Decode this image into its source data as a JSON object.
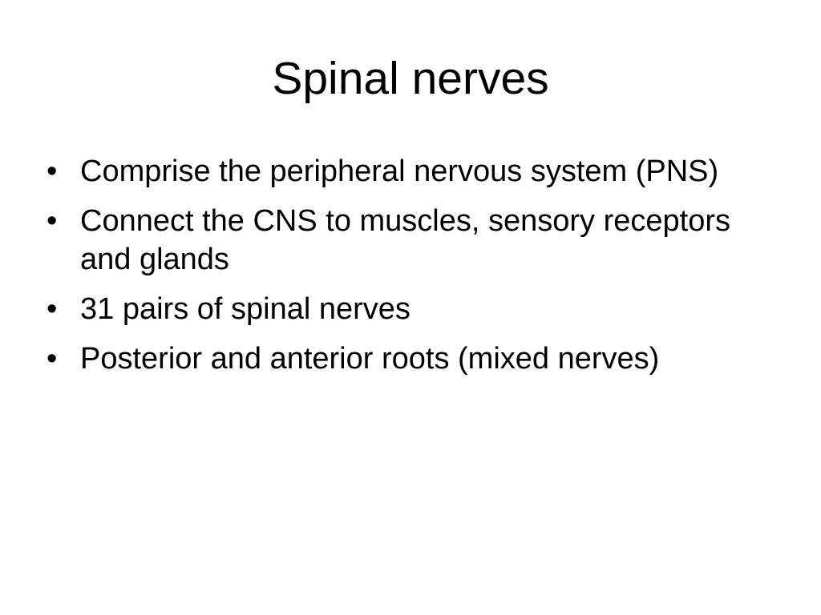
{
  "slide": {
    "title": "Spinal nerves",
    "bullet_symbol": "•",
    "bullets": [
      "Comprise the peripheral nervous system (PNS)",
      "Connect the CNS to muscles, sensory receptors and glands",
      "31 pairs of spinal nerves",
      "Posterior and anterior roots (mixed nerves)"
    ]
  }
}
